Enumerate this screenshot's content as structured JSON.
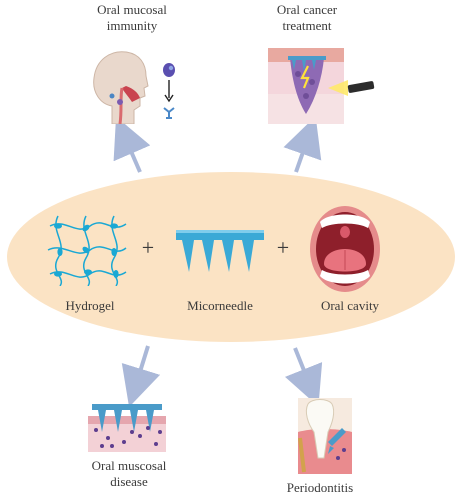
{
  "colors": {
    "ellipse": "#fbe3c4",
    "arrow": "#aab8d8",
    "hydrogel": "#1aa8d4",
    "microneedle": "#3aa9d6"
  },
  "center": {
    "items": [
      {
        "label": "Hydrogel",
        "icon": "hydrogel-network-icon"
      },
      {
        "label": "Micorneedle",
        "icon": "microneedle-array-icon"
      },
      {
        "label": "Oral cavity",
        "icon": "open-mouth-icon"
      }
    ],
    "plus": "+"
  },
  "applications": {
    "top_left": {
      "lines": [
        "Oral mucosal",
        "immunity"
      ],
      "icon": "head-profile-immunity-icon"
    },
    "top_right": {
      "lines": [
        "Oral cancer",
        "treatment"
      ],
      "icon": "tumor-laser-icon"
    },
    "bottom_left": {
      "lines": [
        "Oral muscosal",
        "disease"
      ],
      "icon": "mucosa-microneedle-icon"
    },
    "bottom_right": {
      "lines": [
        "Periodontitis"
      ],
      "icon": "tooth-gum-icon"
    }
  }
}
